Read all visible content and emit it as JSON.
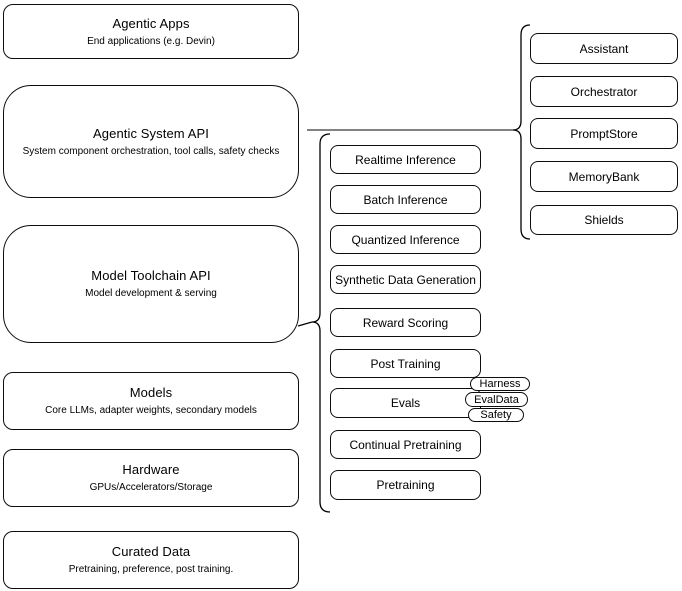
{
  "boxes": {
    "agentic_apps": {
      "title": "Agentic Apps",
      "subtitle": "End applications (e.g. Devin)"
    },
    "agentic_system_api": {
      "title": "Agentic System API",
      "subtitle": "System component orchestration, tool calls, safety checks"
    },
    "model_toolchain_api": {
      "title": "Model Toolchain API",
      "subtitle": "Model development & serving"
    },
    "models": {
      "title": "Models",
      "subtitle": "Core LLMs, adapter weights, secondary models"
    },
    "hardware": {
      "title": "Hardware",
      "subtitle": "GPUs/Accelerators/Storage"
    },
    "curated_data": {
      "title": "Curated Data",
      "subtitle": "Pretraining, preference, post training."
    }
  },
  "toolchain_items": [
    "Realtime Inference",
    "Batch Inference",
    "Quantized Inference",
    "Synthetic Data Generation",
    "Reward Scoring",
    "Post Training",
    "Evals",
    "Continual Pretraining",
    "Pretraining"
  ],
  "eval_tags": [
    "Harness",
    "EvalData",
    "Safety"
  ],
  "system_components": [
    "Assistant",
    "Orchestrator",
    "PromptStore",
    "MemoryBank",
    "Shields"
  ],
  "colors": {
    "box_border": "#0d0d0d",
    "box_fill": "#ffffff",
    "brace_stroke": "#000000",
    "connector_line": "#595959",
    "background": "#ffffff"
  }
}
